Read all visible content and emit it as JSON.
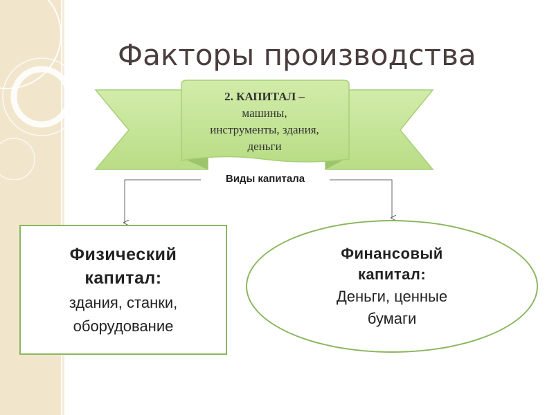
{
  "title": "Факторы производства",
  "capital": {
    "heading": "2. КАПИТАЛ –",
    "line1": "машины,",
    "line2": "инструменты, здания,",
    "line3": "деньги"
  },
  "kinds_label": "Виды капитала",
  "physical": {
    "title_line1": "Физический",
    "title_line2": "капитал:",
    "desc_line1": "здания, станки,",
    "desc_line2": "оборудование"
  },
  "financial": {
    "title_line1": "Финансовый",
    "title_line2": "капитал:",
    "desc_line1": "Деньги, ценные",
    "desc_line2": "бумаги"
  },
  "colors": {
    "ribbon_fill": "#c6e59a",
    "ribbon_edge": "#a8cf78",
    "box_border": "#8ab65e",
    "side_strip": "#f1e6cc"
  }
}
